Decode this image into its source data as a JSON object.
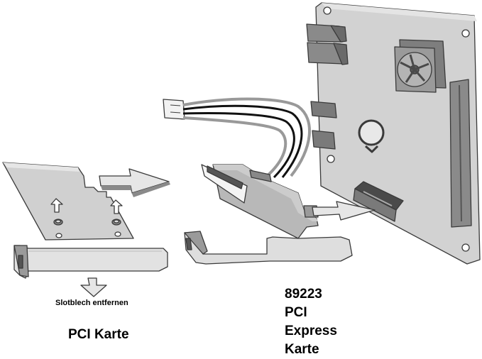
{
  "labels": {
    "slot_remove": "Slotblech entfernen",
    "pci_card": "PCI Karte",
    "pcie_lines": [
      "89223",
      "PCI",
      "Express",
      "Karte"
    ]
  },
  "colors": {
    "board": "#d0d0d0",
    "board_edge": "#3a3a3a",
    "dark_part": "#7a7a7a",
    "arrow_fill": "#e6e6e6"
  }
}
